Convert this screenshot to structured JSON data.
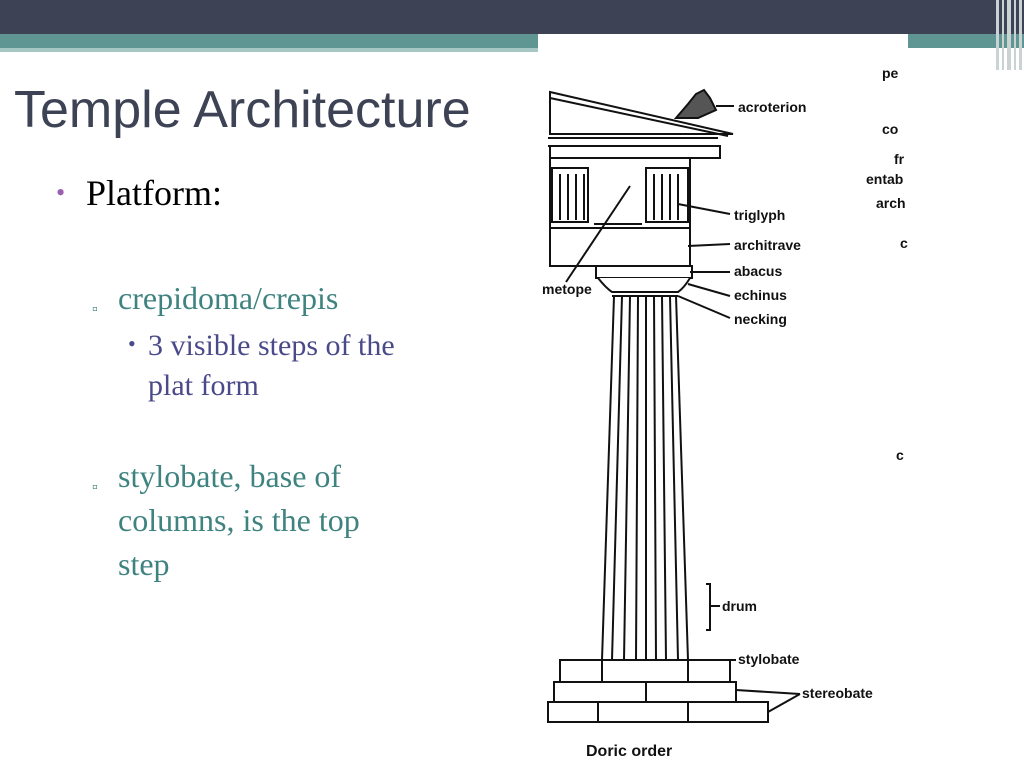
{
  "slide": {
    "title": "Temple Architecture",
    "bullet": "Platform:",
    "sub1": "crepidoma/crepis",
    "sub1_detail": "3 visible steps of the plat form",
    "sub2": "stylobate, base of columns, is the top step",
    "sub_marker": "▫",
    "subsub_marker": "•",
    "bullet_marker": "•"
  },
  "diagram": {
    "caption": "Doric order",
    "labels": {
      "acroterion": "acroterion",
      "triglyph": "triglyph",
      "architrave": "architrave",
      "abacus": "abacus",
      "metope": "metope",
      "echinus": "echinus",
      "necking": "necking",
      "drum": "drum",
      "stylobate": "stylobate",
      "stereobate": "stereobate"
    },
    "cut_labels": [
      "pe",
      "co",
      "fr",
      "entab",
      "arch",
      "c",
      "c"
    ]
  }
}
